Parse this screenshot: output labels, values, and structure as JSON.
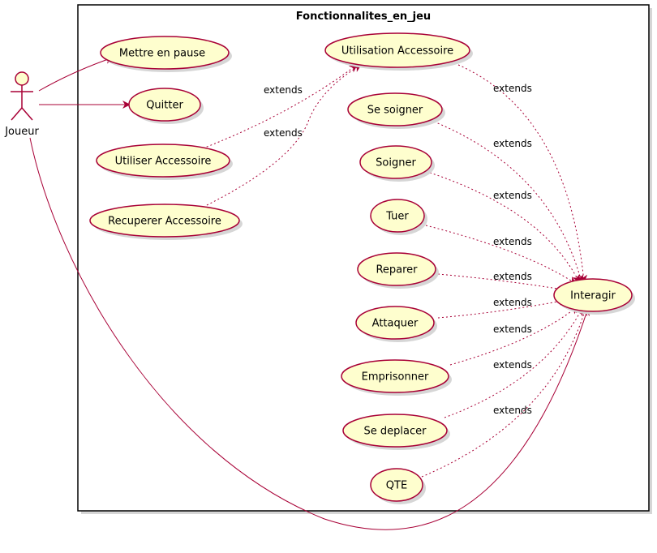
{
  "package": {
    "title": "Fonctionnalites_en_jeu"
  },
  "actor": {
    "name": "Joueur"
  },
  "colors": {
    "fill": "#FEFECE",
    "stroke": "#A80036",
    "shadow": "#d6d6d6"
  },
  "usecases": {
    "mettre_en_pause": "Mettre en pause",
    "quitter": "Quitter",
    "utiliser_accessoire": "Utiliser Accessoire",
    "recuperer_accessoire": "Recuperer Accessoire",
    "utilisation_accessoire": "Utilisation Accessoire",
    "se_soigner": "Se soigner",
    "soigner": "Soigner",
    "tuer": "Tuer",
    "reparer": "Reparer",
    "attaquer": "Attaquer",
    "emprisonner": "Emprisonner",
    "se_deplacer": "Se deplacer",
    "qte": "QTE",
    "interagir": "Interagir"
  },
  "relations": {
    "extends_label": "extends"
  }
}
